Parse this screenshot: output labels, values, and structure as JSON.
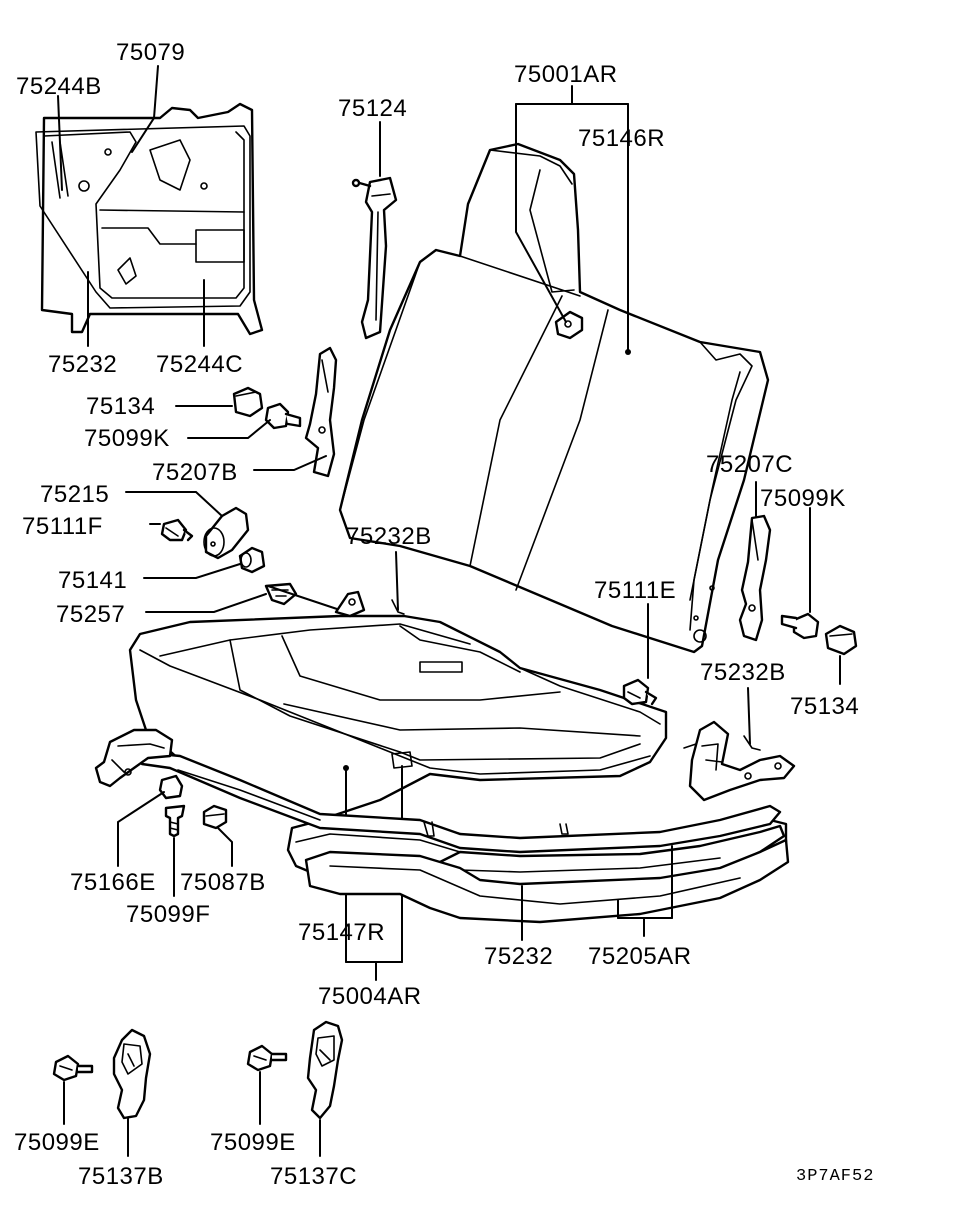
{
  "labels": {
    "p75079": "75079",
    "p75244B": "75244B",
    "p75232_tl": "75232",
    "p75244C": "75244C",
    "p75124": "75124",
    "p75001AR": "75001AR",
    "p75146R": "75146R",
    "p75134_l": "75134",
    "p75099K_l": "75099K",
    "p75207B": "75207B",
    "p75215": "75215",
    "p75111F": "75111F",
    "p75232B_l": "75232B",
    "p75141": "75141",
    "p75257": "75257",
    "p75207C": "75207C",
    "p75099K_r": "75099K",
    "p75111E": "75111E",
    "p75232B_r": "75232B",
    "p75134_r": "75134",
    "p75166E": "75166E",
    "p75087B": "75087B",
    "p75099F": "75099F",
    "p75147R": "75147R",
    "p75004AR": "75004AR",
    "p75232_b": "75232",
    "p75205AR": "75205AR",
    "p75099E_l": "75099E",
    "p75137B": "75137B",
    "p75099E_r": "75099E",
    "p75137C": "75137C"
  },
  "drawing_code": "3P7AF52"
}
